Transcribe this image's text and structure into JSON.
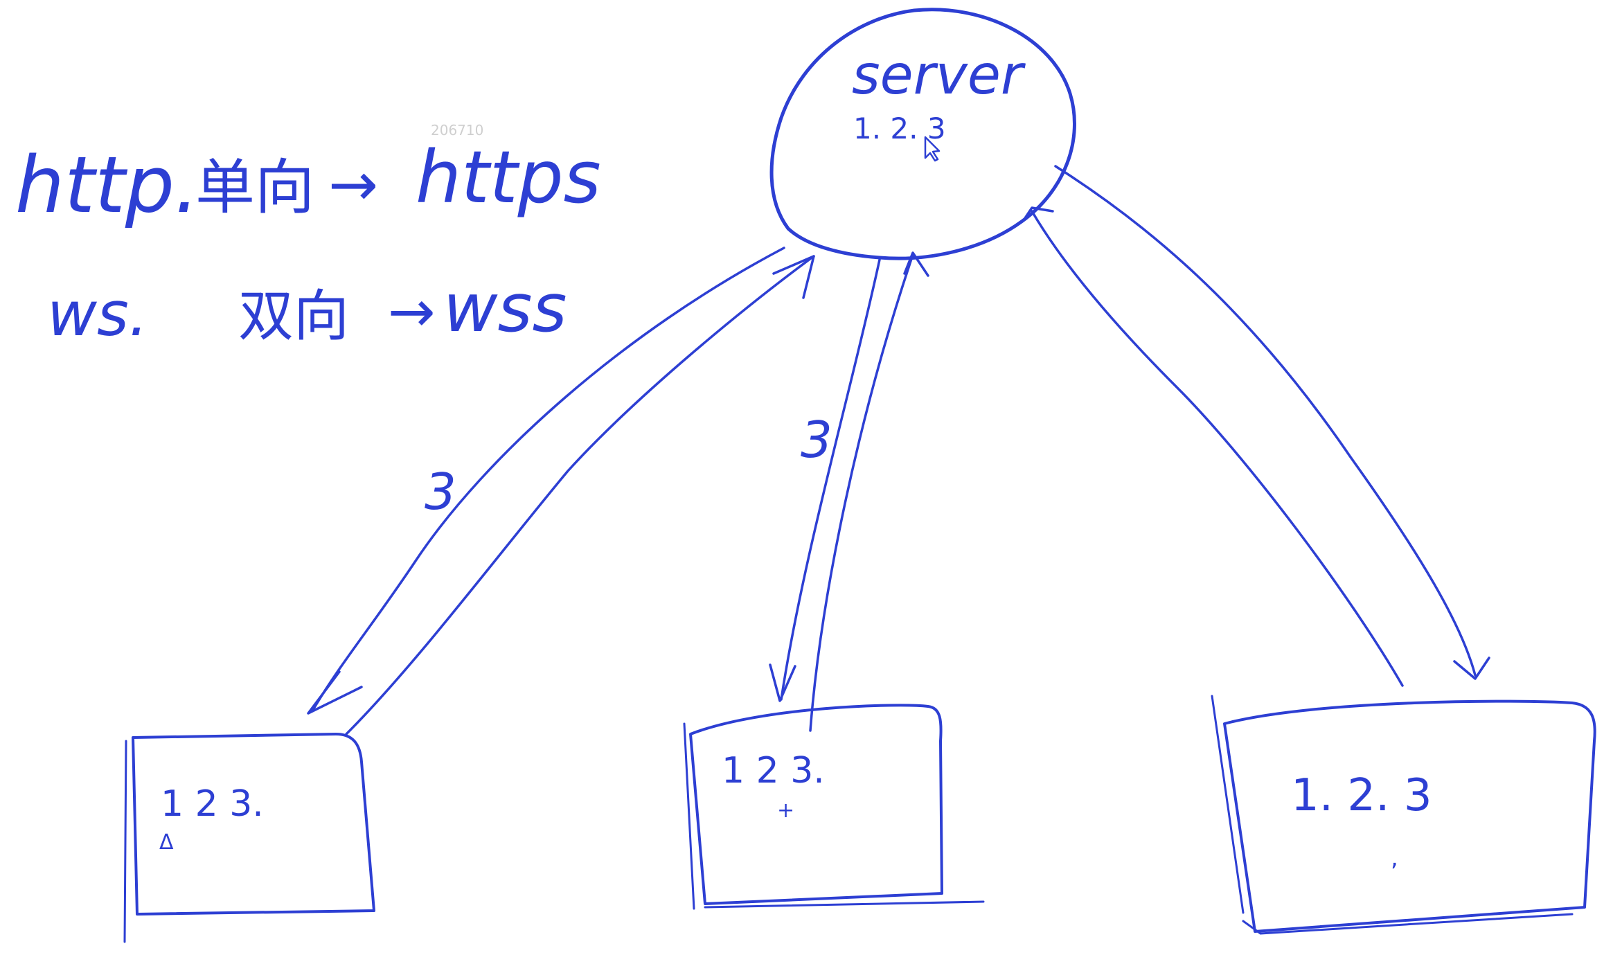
{
  "watermark": "206710",
  "notes": {
    "line1": {
      "protocol": "http.",
      "direction": "单向",
      "arrow": "→",
      "secure": "https"
    },
    "line2": {
      "protocol": "ws.",
      "direction": "双向",
      "arrow": "→",
      "secure": "wss"
    }
  },
  "server": {
    "label": "server",
    "items": "1. 2. 3"
  },
  "edge_labels": {
    "left": "3",
    "middle": "3"
  },
  "clients": [
    {
      "items": "1  2  3.",
      "extra": "Δ"
    },
    {
      "items": "1 2   3.",
      "extra": "+"
    },
    {
      "items": "1. 2. 3",
      "extra": ","
    }
  ],
  "colors": {
    "ink": "#2d3fd3",
    "background": "#ffffff",
    "watermark": "#cfcfcf"
  }
}
